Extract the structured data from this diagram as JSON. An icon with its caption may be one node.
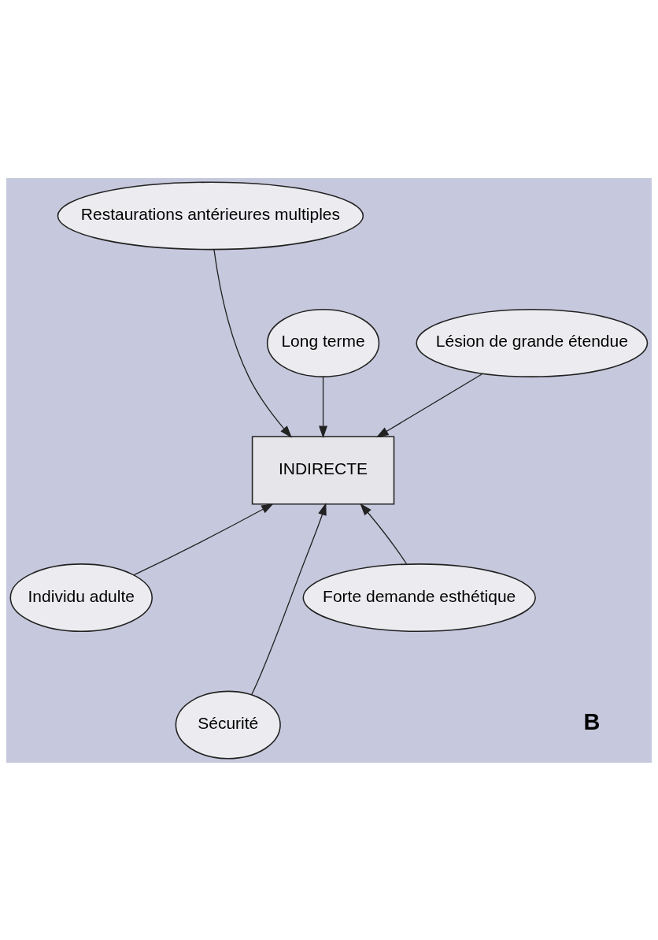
{
  "diagram": {
    "nodes": [
      {
        "text": [
          "Restaurations antérieures multiples"
        ]
      },
      {
        "text": [
          "Long terme"
        ]
      },
      {
        "text": [
          "Lésion de grande étendue"
        ]
      },
      {
        "text": [
          "INDIRECTE"
        ]
      },
      {
        "text": [
          "Individu adulte"
        ]
      },
      {
        "text": [
          "Sécurité"
        ]
      },
      {
        "text": [
          "Forte demande esthétique"
        ]
      }
    ],
    "edges": [
      {
        "from": 0,
        "to": 3,
        "arrow": "to"
      },
      {
        "from": 1,
        "to": 3,
        "arrow": "to"
      },
      {
        "from": 2,
        "to": 3,
        "arrow": "to"
      },
      {
        "from": 4,
        "to": 3,
        "arrow": "to"
      },
      {
        "from": 5,
        "to": 3,
        "arrow": "to"
      },
      {
        "from": 6,
        "to": 3,
        "arrow": "to"
      }
    ],
    "labels": [
      "B"
    ]
  }
}
